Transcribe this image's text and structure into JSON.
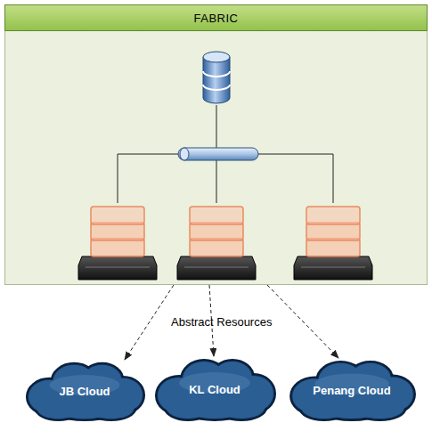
{
  "diagram": {
    "nodes": [
      {
        "text": [
          "FABRIC"
        ]
      },
      {
        "text": [
          "JB Cloud"
        ]
      },
      {
        "text": [
          "KL Cloud"
        ]
      },
      {
        "text": [
          "Penang Cloud"
        ]
      }
    ],
    "edges": [
      {
        "from": 0,
        "to": 1,
        "arrow": "to"
      },
      {
        "from": 0,
        "to": 2,
        "arrow": "to"
      },
      {
        "from": 0,
        "to": 3,
        "arrow": "to"
      }
    ],
    "labels": [
      "Abstract Resources"
    ]
  }
}
